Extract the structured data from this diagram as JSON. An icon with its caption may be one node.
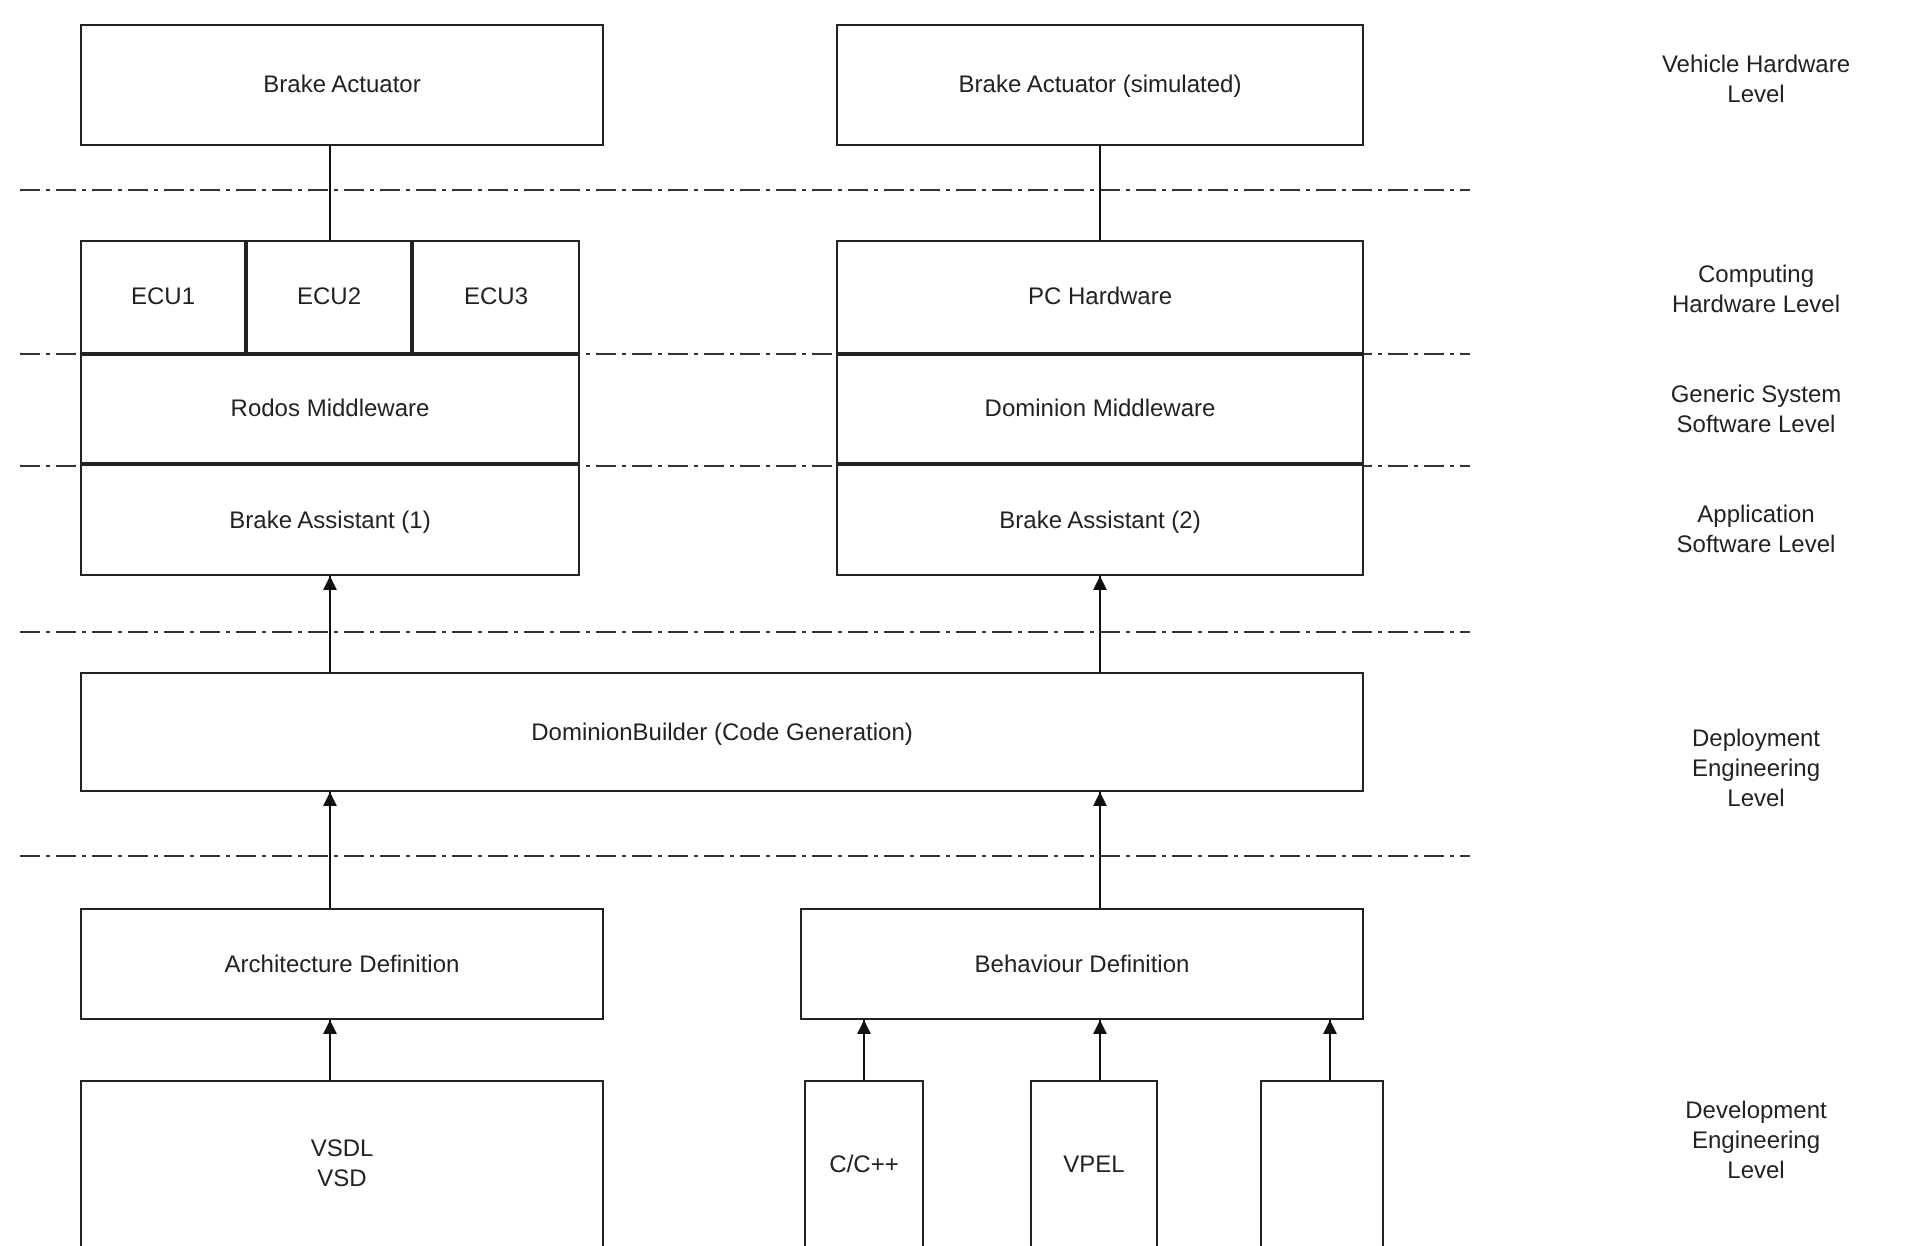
{
  "diagram": {
    "nodes": [
      {
        "text": [
          "Brake Actuator"
        ]
      },
      {
        "text": [
          "Brake Actuator (simulated)"
        ]
      },
      {
        "text": [
          "ECU1"
        ]
      },
      {
        "text": [
          "ECU2"
        ]
      },
      {
        "text": [
          "ECU3"
        ]
      },
      {
        "text": [
          "Rodos Middleware"
        ]
      },
      {
        "text": [
          "Brake Assistant (1)"
        ]
      },
      {
        "text": [
          "PC Hardware"
        ]
      },
      {
        "text": [
          "Dominion Middleware"
        ]
      },
      {
        "text": [
          "Brake Assistant (2)"
        ]
      },
      {
        "text": [
          "DominionBuilder (Code Generation)"
        ]
      },
      {
        "text": [
          "Architecture Definition"
        ]
      },
      {
        "text": [
          "Behaviour Definition"
        ]
      },
      {
        "text": [
          "VSDL",
          "VSD"
        ]
      },
      {
        "text": [
          "C/C++"
        ]
      },
      {
        "text": [
          "VPEL"
        ]
      },
      {
        "text": [],
        "shape": "box"
      }
    ],
    "edges": [
      {
        "from": 0,
        "to": 3,
        "arrow": "none"
      },
      {
        "from": 1,
        "to": 7,
        "arrow": "none"
      },
      {
        "from": 10,
        "to": 6,
        "arrow": "to"
      },
      {
        "from": 10,
        "to": 9,
        "arrow": "to"
      },
      {
        "from": 11,
        "to": 10,
        "arrow": "to"
      },
      {
        "from": 12,
        "to": 10,
        "arrow": "to"
      },
      {
        "from": 13,
        "to": 11,
        "arrow": "to"
      },
      {
        "from": 14,
        "to": 12,
        "arrow": "to"
      },
      {
        "from": 15,
        "to": 12,
        "arrow": "to"
      },
      {
        "from": 16,
        "to": 12,
        "arrow": "to"
      }
    ],
    "labels": [
      "Vehicle Hardware Level",
      "Computing Hardware Level",
      "Generic System Software Level",
      "Application Software Level",
      "Deployment Engineering Level",
      "Development Engineering Level"
    ]
  }
}
